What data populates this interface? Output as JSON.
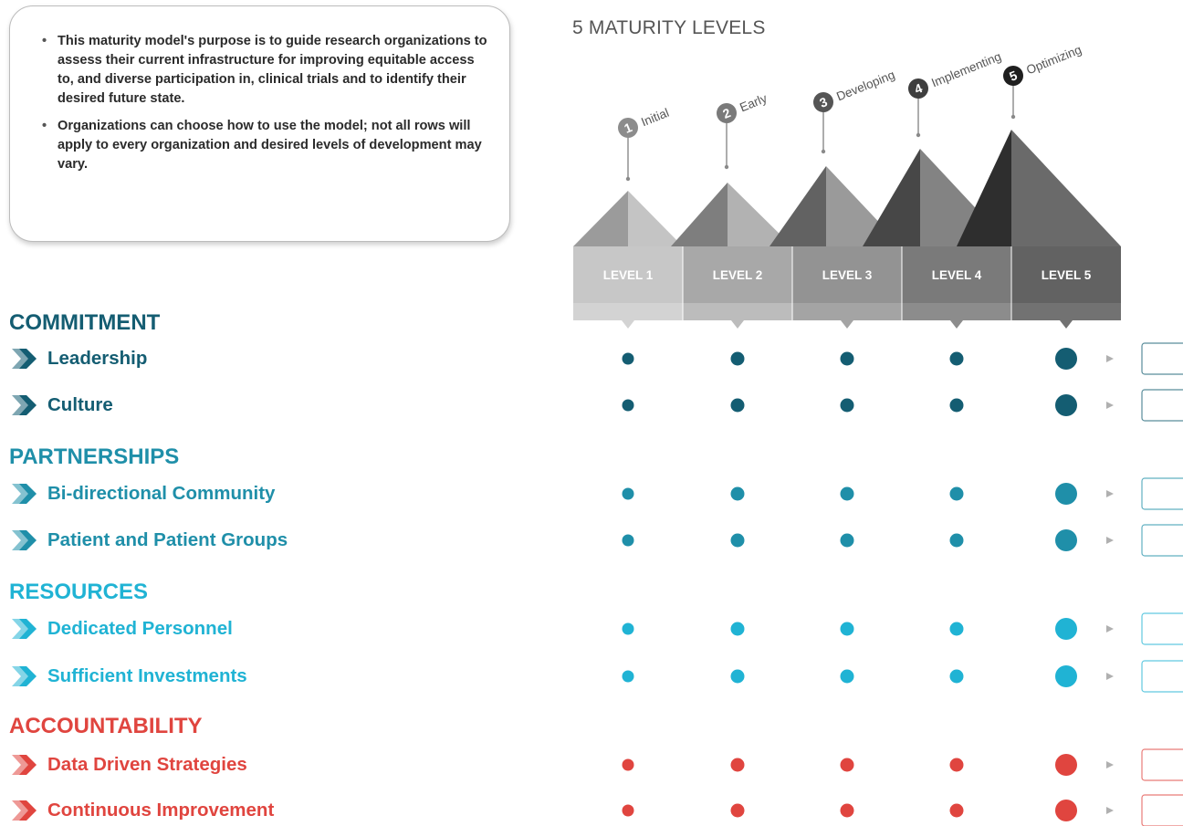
{
  "intro": {
    "bullets": [
      "This maturity model's purpose is to guide research organizations to assess their current infrastructure for improving equitable access to, and diverse participation in, clinical trials and to identify their desired future state.",
      "Organizations can choose how to use the model; not all rows will apply to every organization and desired levels of development may vary."
    ]
  },
  "header": {
    "title": "5 MATURITY LEVELS",
    "milestones": [
      {
        "number": "1",
        "name": "Initial"
      },
      {
        "number": "2",
        "name": "Early"
      },
      {
        "number": "3",
        "name": "Developing"
      },
      {
        "number": "4",
        "name": "Implementing"
      },
      {
        "number": "5",
        "name": "Optimizing"
      }
    ],
    "levels": [
      "LEVEL 1",
      "LEVEL 2",
      "LEVEL 3",
      "LEVEL 4",
      "LEVEL 5"
    ]
  },
  "categories": [
    {
      "title": "COMMITMENT",
      "color": "#145d72",
      "items": [
        "Leadership",
        "Culture"
      ]
    },
    {
      "title": "PARTNERSHIPS",
      "color": "#1f8fa9",
      "items": [
        "Bi-directional Community",
        "Patient and Patient Groups"
      ]
    },
    {
      "title": "RESOURCES",
      "color": "#20b3d4",
      "items": [
        "Dedicated Personnel",
        "Sufficient Investments"
      ]
    },
    {
      "title": "ACCOUNTABILITY",
      "color": "#e0453f",
      "items": [
        "Data Driven Strategies",
        "Continuous Improvement"
      ]
    }
  ]
}
